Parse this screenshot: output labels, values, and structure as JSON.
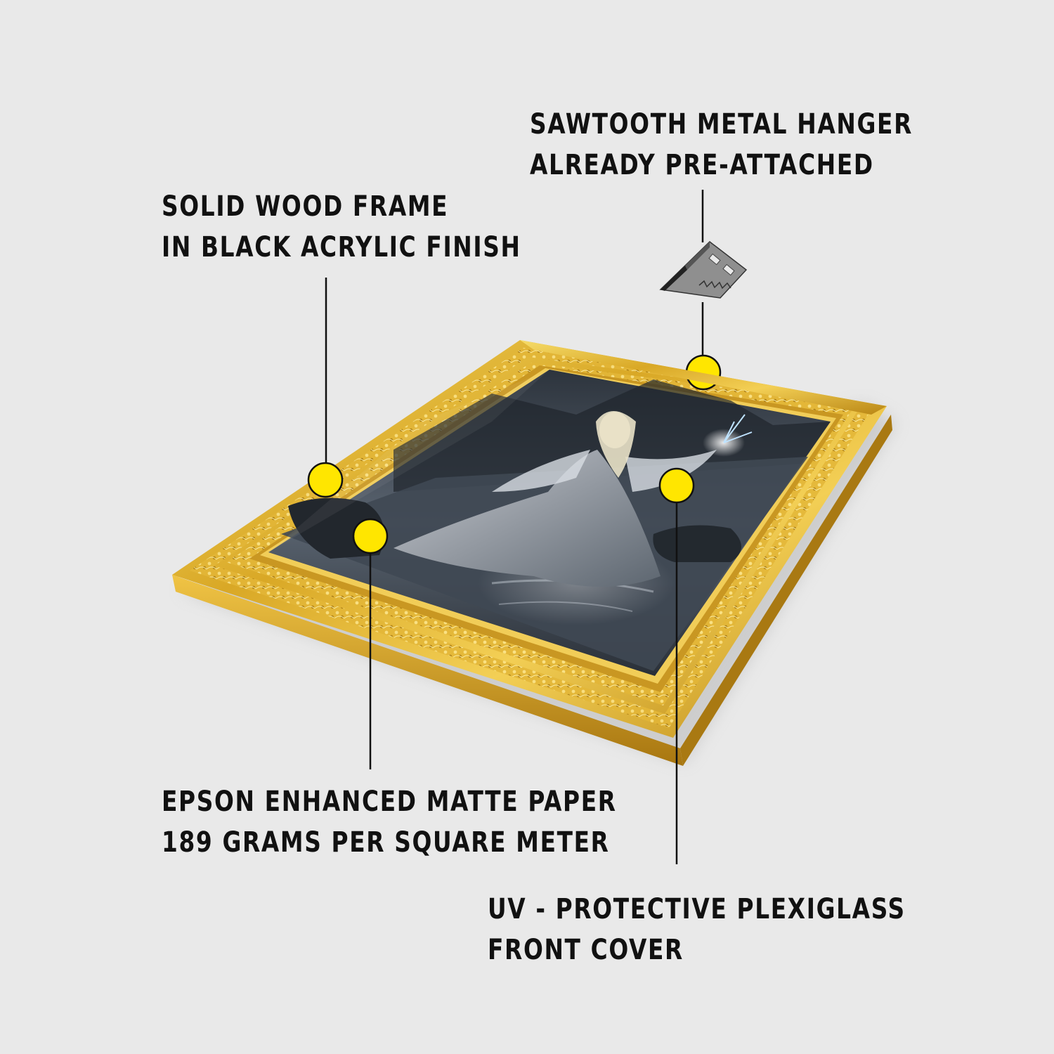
{
  "callouts": {
    "frame": {
      "line1": "SOLID WOOD FRAME",
      "line2": "IN BLACK ACRYLIC FINISH"
    },
    "hanger": {
      "line1": "SAWTOOTH METAL HANGER",
      "line2": "ALREADY PRE-ATTACHED"
    },
    "paper": {
      "line1": "EPSON ENHANCED MATTE PAPER",
      "line2": "189 GRAMS PER SQUARE METER"
    },
    "glass": {
      "line1": "UV - PROTECTIVE PLEXIGLASS",
      "line2": "FRONT COVER"
    }
  },
  "colors": {
    "background": "#e9e9e9",
    "marker": "#ffe600",
    "frame_gold": "#d9a826",
    "text": "#111111"
  },
  "icons": [
    "sawtooth-hanger-icon"
  ]
}
